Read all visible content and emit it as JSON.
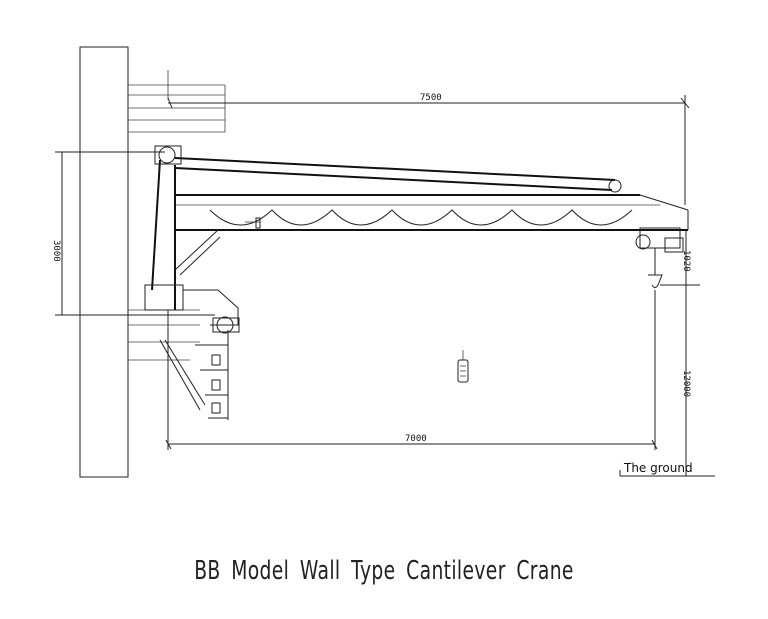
{
  "dimensions": {
    "span": "7500",
    "rail": "7000",
    "height_mount": "3000",
    "hook_clearance": "1020",
    "lift_height": "12000"
  },
  "ground_label": "The ground",
  "caption": "BB Model  Wall  Type  Cantilever Crane"
}
